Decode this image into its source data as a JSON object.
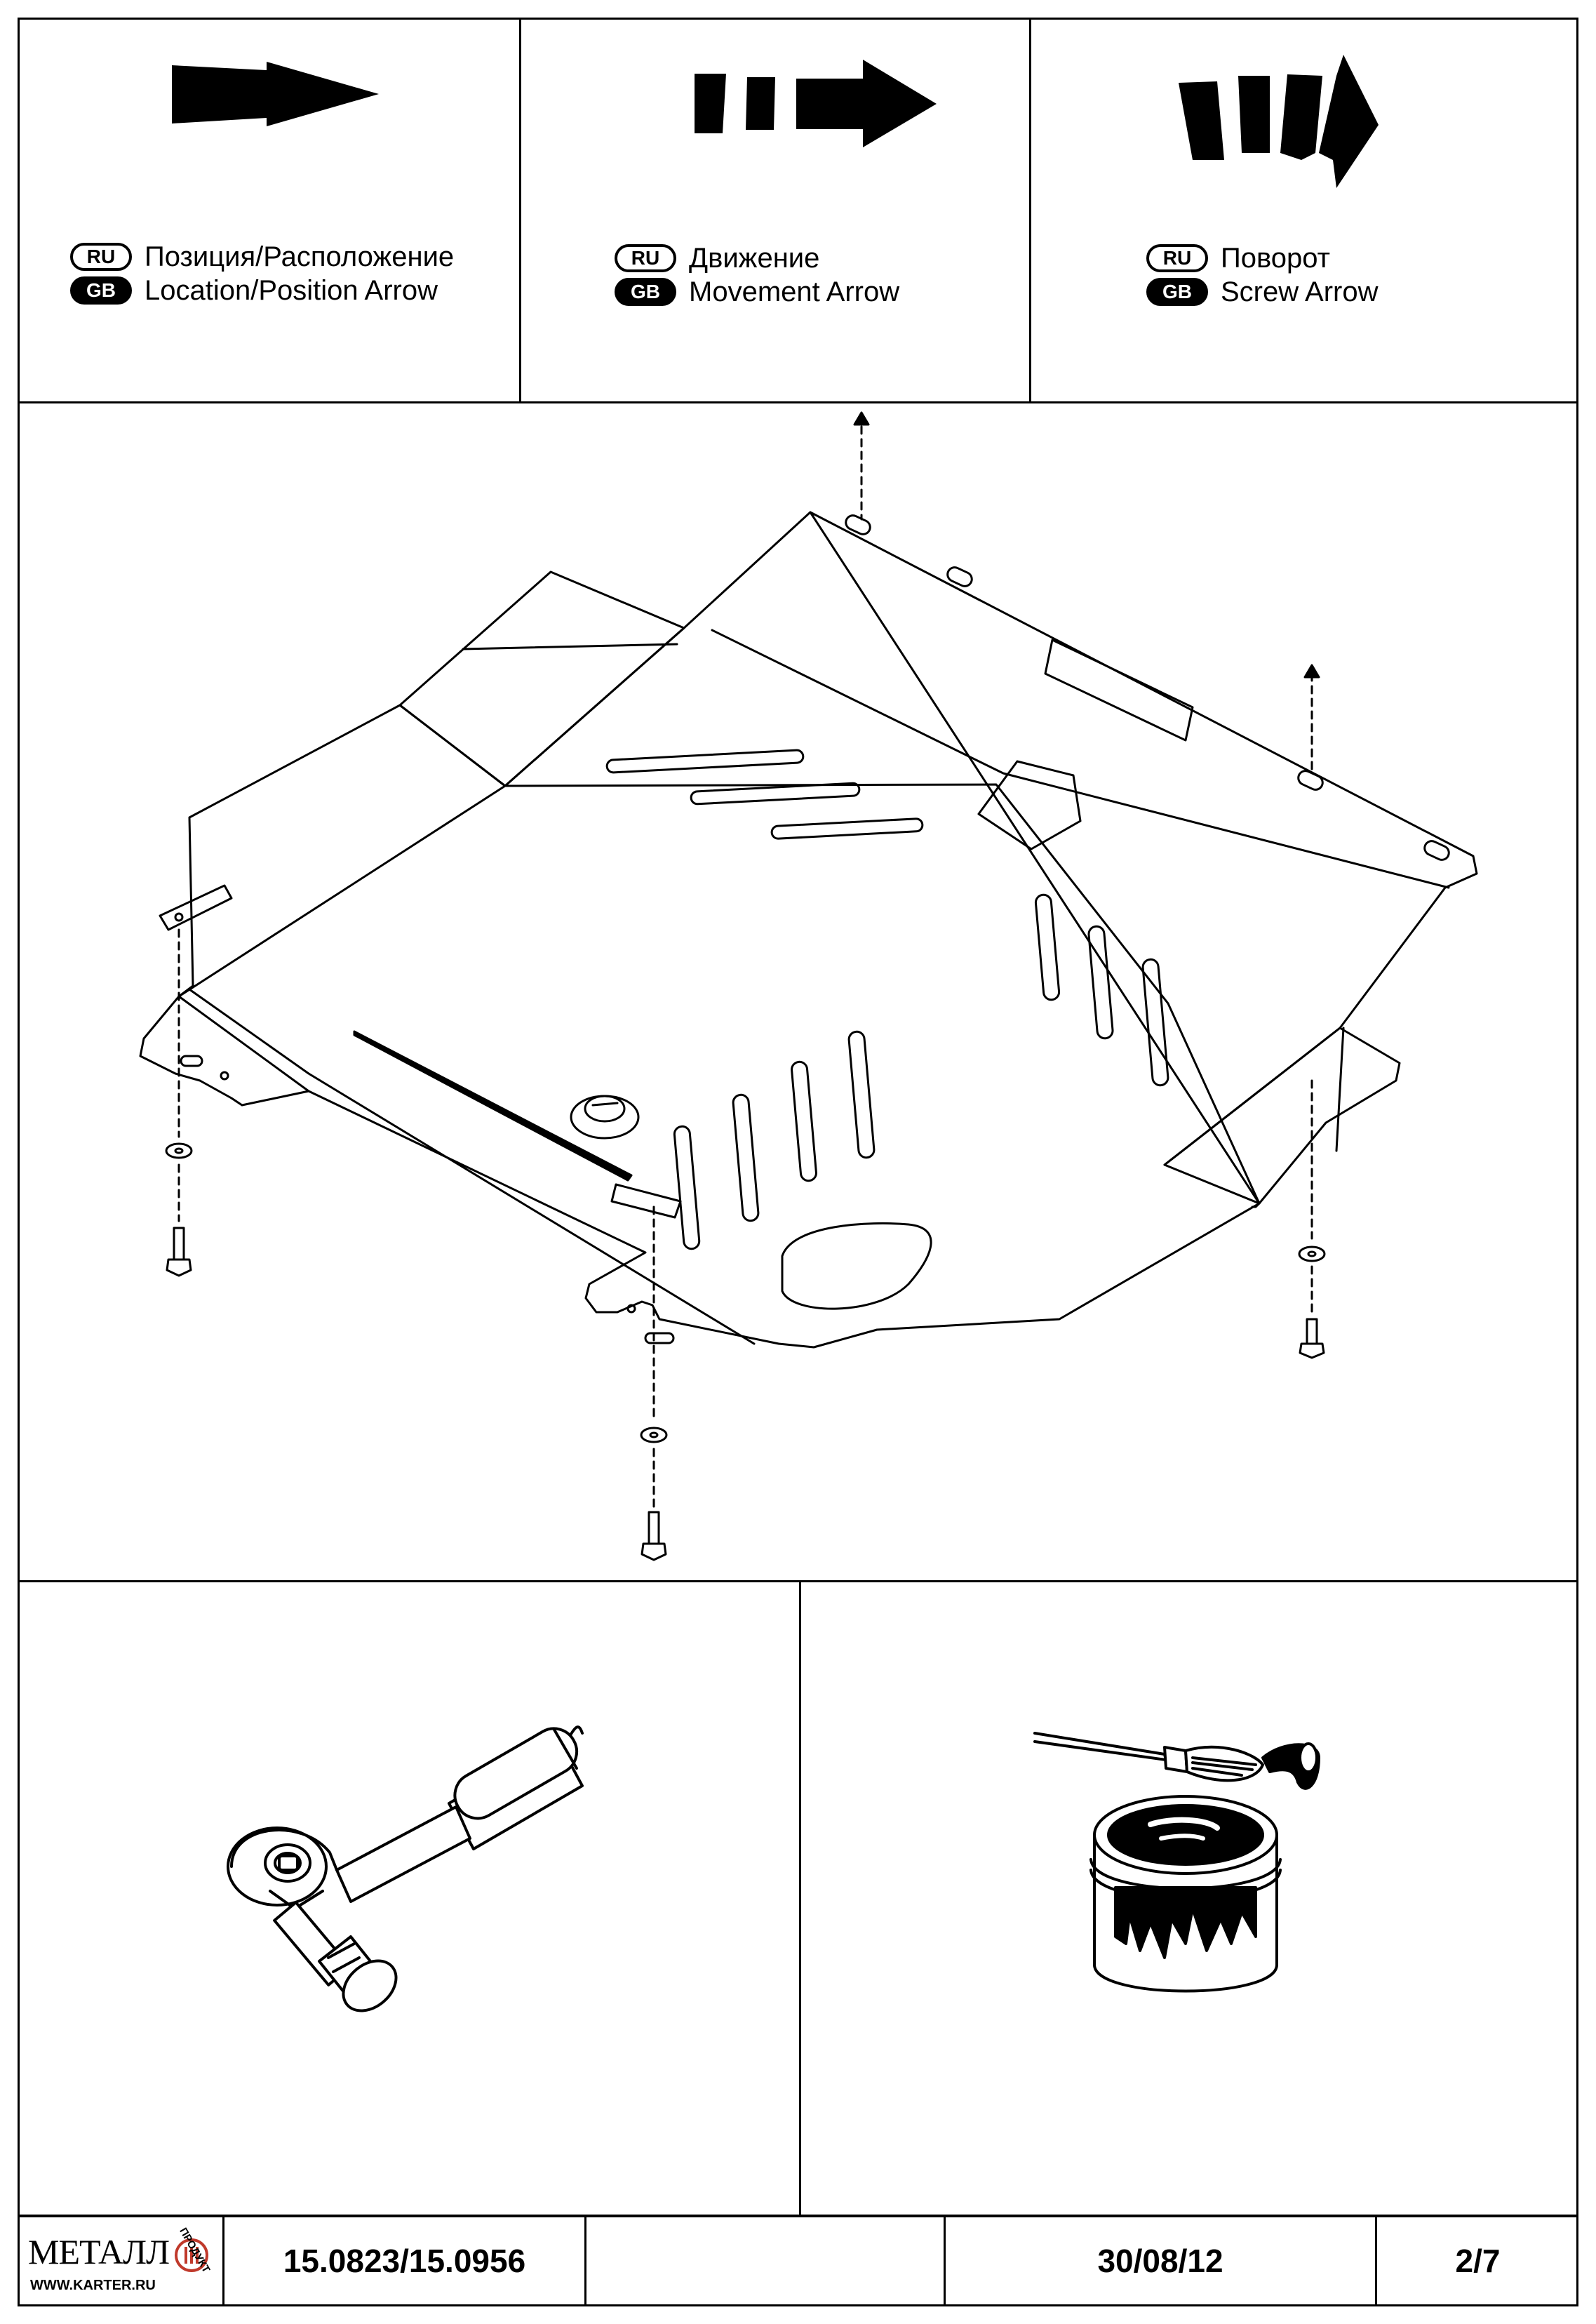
{
  "legend": [
    {
      "ru_code": "RU",
      "ru_text": "Позиция/Расположение",
      "gb_code": "GB",
      "gb_text": "Location/Position Arrow",
      "icon": "location-arrow-icon"
    },
    {
      "ru_code": "RU",
      "ru_text": "Движение",
      "gb_code": "GB",
      "gb_text": "Movement Arrow",
      "icon": "movement-arrow-icon"
    },
    {
      "ru_code": "RU",
      "ru_text": "Поворот",
      "gb_code": "GB",
      "gb_text": "Screw Arrow",
      "icon": "screw-arrow-icon"
    }
  ],
  "footer": {
    "logo_text": "МЕТАЛЛ",
    "logo_vertical": "ПРОДУКТ",
    "logo_url": "WWW.KARTER.RU",
    "part_number": "15.0823/15.0956",
    "blank": "",
    "date": "30/08/12",
    "page": "2/7"
  },
  "colors": {
    "line": "#000000",
    "paper": "#ffffff"
  }
}
